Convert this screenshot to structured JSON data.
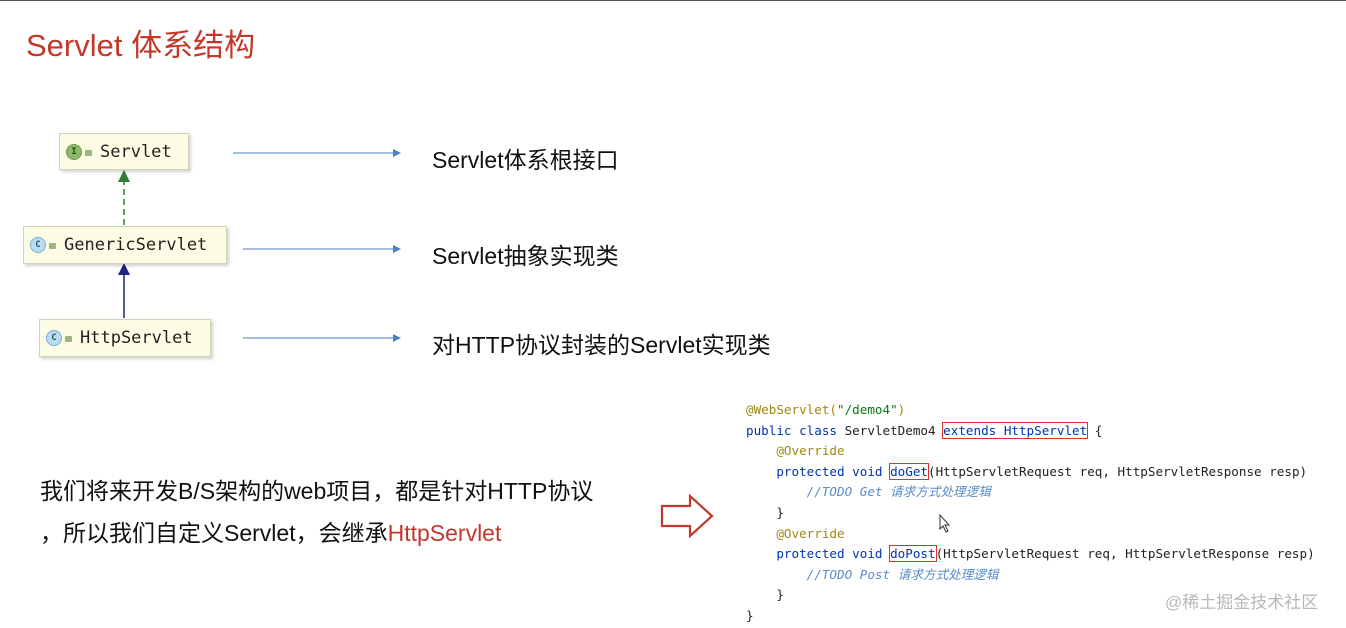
{
  "title": "Servlet 体系结构",
  "nodes": {
    "servlet": "Servlet",
    "generic": "GenericServlet",
    "http": "HttpServlet"
  },
  "node_icons": {
    "servlet": "interface-icon",
    "generic": "class-icon",
    "http": "class-icon"
  },
  "descriptions": {
    "servlet": "Servlet体系根接口",
    "generic": "Servlet抽象实现类",
    "http": "对HTTP协议封装的Servlet实现类"
  },
  "paragraph": {
    "line1": "我们将来开发B/S架构的web项目，都是针对HTTP协议",
    "line2_prefix": "，所以我们自定义Servlet，会继承",
    "line2_highlight": "HttpServlet"
  },
  "code": {
    "annotation_name": "@WebServlet(",
    "annotation_value": "\"/demo4\"",
    "annotation_close": ")",
    "class_kw": "public class ",
    "class_name": "ServletDemo4 ",
    "extends_text": "extends HttpServlet",
    "brace_open": " {",
    "override1": "@Override",
    "m1_kw": "protected void ",
    "m1_name": "doGet",
    "m1_params": "(HttpServletRequest req, HttpServletResponse resp) ",
    "m1_comment": "//TODO Get 请求方式处理逻辑",
    "close1": "}",
    "override2": "@Override",
    "m2_kw": "protected void ",
    "m2_name": "doPost",
    "m2_params": "(HttpServletRequest req, HttpServletResponse resp)",
    "m2_comment": "//TODO Post 请求方式处理逻辑",
    "close2": "}",
    "close_class": "}"
  },
  "watermark": "@稀土掘金技术社区",
  "colors": {
    "accent": "#c0392b",
    "arrow": "#4a7fc1",
    "inherit_dashed": "#2e7d32",
    "inherit_solid": "#1a237e"
  }
}
